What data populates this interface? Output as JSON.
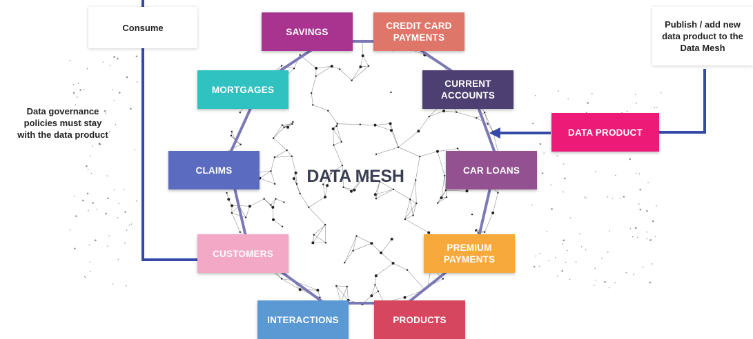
{
  "center_label": "DATA MESH",
  "nodes": [
    {
      "id": "savings",
      "label": "SAVINGS",
      "color": "#a8348f"
    },
    {
      "id": "credit-card-payments",
      "label": "CREDIT CARD\nPAYMENTS",
      "color": "#de7669"
    },
    {
      "id": "mortgages",
      "label": "MORTGAGES",
      "color": "#30c2c0"
    },
    {
      "id": "current-accounts",
      "label": "CURRENT\nACCOUNTS",
      "color": "#4d3f72"
    },
    {
      "id": "claims",
      "label": "CLAIMS",
      "color": "#5b6cc0"
    },
    {
      "id": "car-loans",
      "label": "CAR LOANS",
      "color": "#935191"
    },
    {
      "id": "customers",
      "label": "CUSTOMERS",
      "color": "#f3a8c6"
    },
    {
      "id": "premium-payments",
      "label": "PREMIUM\nPAYMENTS",
      "color": "#f7a93b"
    },
    {
      "id": "interactions",
      "label": "INTERACTIONS",
      "color": "#5b99d4"
    },
    {
      "id": "products",
      "label": "PRODUCTS",
      "color": "#d6475f"
    },
    {
      "id": "data-product",
      "label": "DATA PRODUCT",
      "color": "#ee1a78"
    }
  ],
  "notes": {
    "consume": "Consume",
    "publish": "Publish / add new\ndata product to the\nData Mesh",
    "governance": "Data governance\npolicies must stay\nwith the data product"
  },
  "colors": {
    "connector": "#3549a8",
    "octagon": "#7b78b6",
    "mesh_line": "#333333",
    "mesh_node": "#222222"
  }
}
